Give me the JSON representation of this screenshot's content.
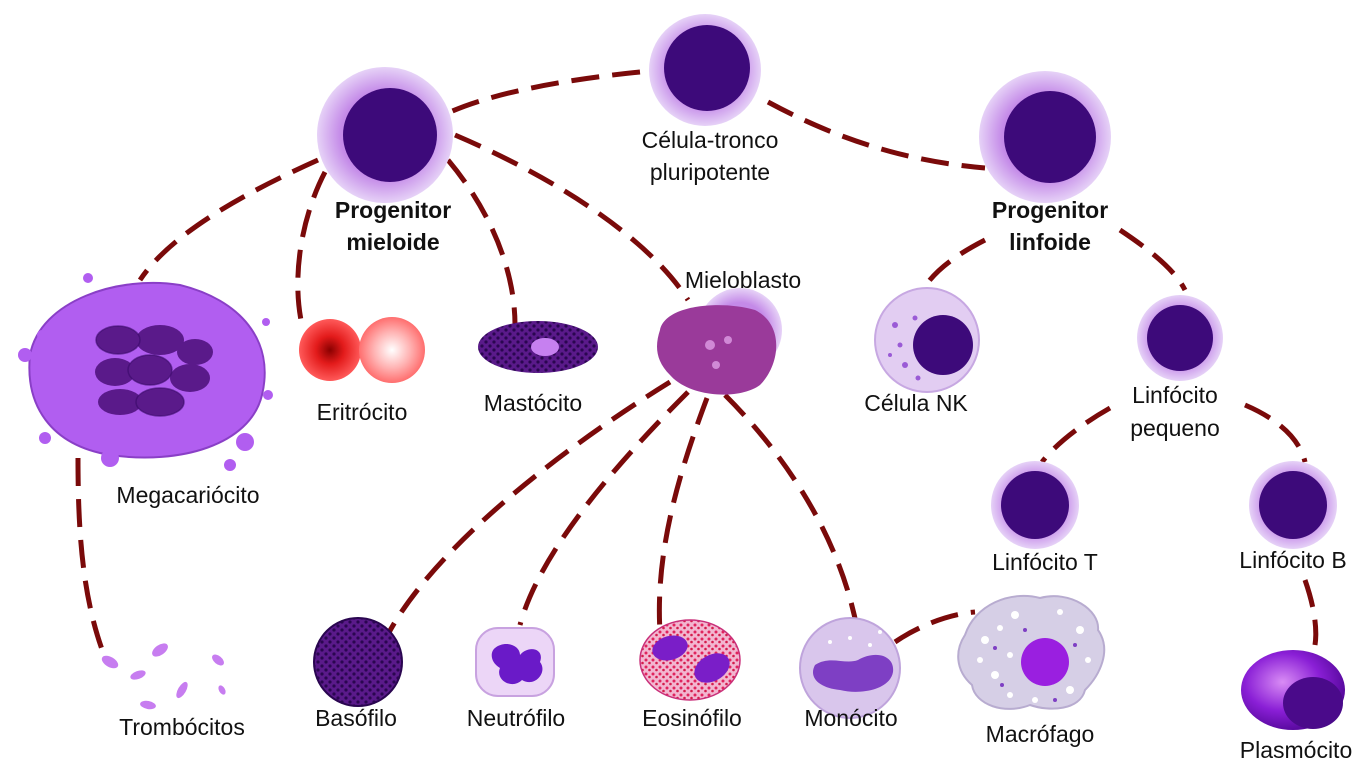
{
  "nodes": {
    "stem": {
      "label_1": "Célula-tronco",
      "label_2": "pluripotente"
    },
    "myeloid": {
      "label_1": "Progenitor",
      "label_2": "mieloide"
    },
    "lymphoid": {
      "label_1": "Progenitor",
      "label_2": "linfoide"
    },
    "megakaryocyte": {
      "label": "Megacariócito"
    },
    "thrombocytes": {
      "label": "Trombócitos"
    },
    "erythrocyte": {
      "label": "Eritrócito"
    },
    "mastocyte": {
      "label": "Mastócito"
    },
    "myeloblast": {
      "label": "Mieloblasto"
    },
    "basophil": {
      "label": "Basófilo"
    },
    "neutrophil": {
      "label": "Neutrófilo"
    },
    "eosinophil": {
      "label": "Eosinófilo"
    },
    "monocyte": {
      "label": "Monócito"
    },
    "macrophage": {
      "label": "Macrófago"
    },
    "nk_cell": {
      "label": "Célula NK"
    },
    "small_lymphocyte": {
      "label_1": "Linfócito",
      "label_2": "pequeno"
    },
    "t_lymphocyte": {
      "label": "Linfócito T"
    },
    "b_lymphocyte": {
      "label": "Linfócito B"
    },
    "plasmocyte": {
      "label": "Plasmócito"
    }
  },
  "colors": {
    "link": "#7a0a0a",
    "cell_halo": "#d7b2f2",
    "nucleus": "#3d0a7a",
    "megakaryocyte": "#b15ef0",
    "erythrocyte": "#e31b1b",
    "eosinophil_granules": "#e0245e"
  }
}
